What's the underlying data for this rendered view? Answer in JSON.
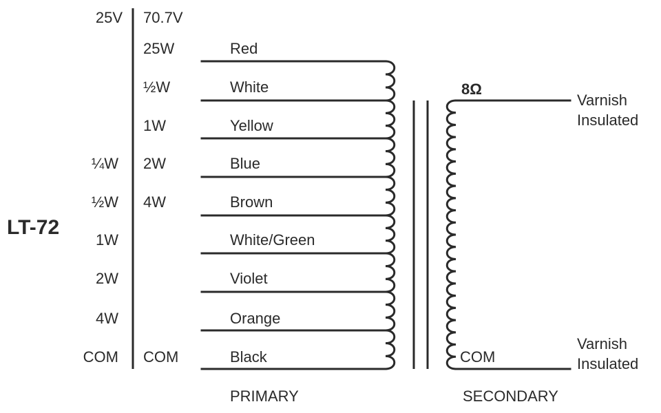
{
  "model": "LT-72",
  "header_25v": "25V",
  "header_707v": "70.7V",
  "taps_25v": [
    "",
    "",
    "",
    "¼W",
    "½W",
    "1W",
    "2W",
    "4W",
    "COM"
  ],
  "taps_707v": [
    "25W",
    "½W",
    "1W",
    "2W",
    "4W",
    "",
    "",
    "",
    "COM"
  ],
  "wires": [
    "Red",
    "White",
    "Yellow",
    "Blue",
    "Brown",
    "White/Green",
    "Violet",
    "Orange",
    "Black"
  ],
  "secondary_impedance": "8Ω",
  "secondary_top_lead": [
    "Varnish",
    "Insulated"
  ],
  "secondary_bottom_lead": [
    "Varnish",
    "Insulated"
  ],
  "secondary_com": "COM",
  "primary_label": "PRIMARY",
  "secondary_label": "SECONDARY"
}
